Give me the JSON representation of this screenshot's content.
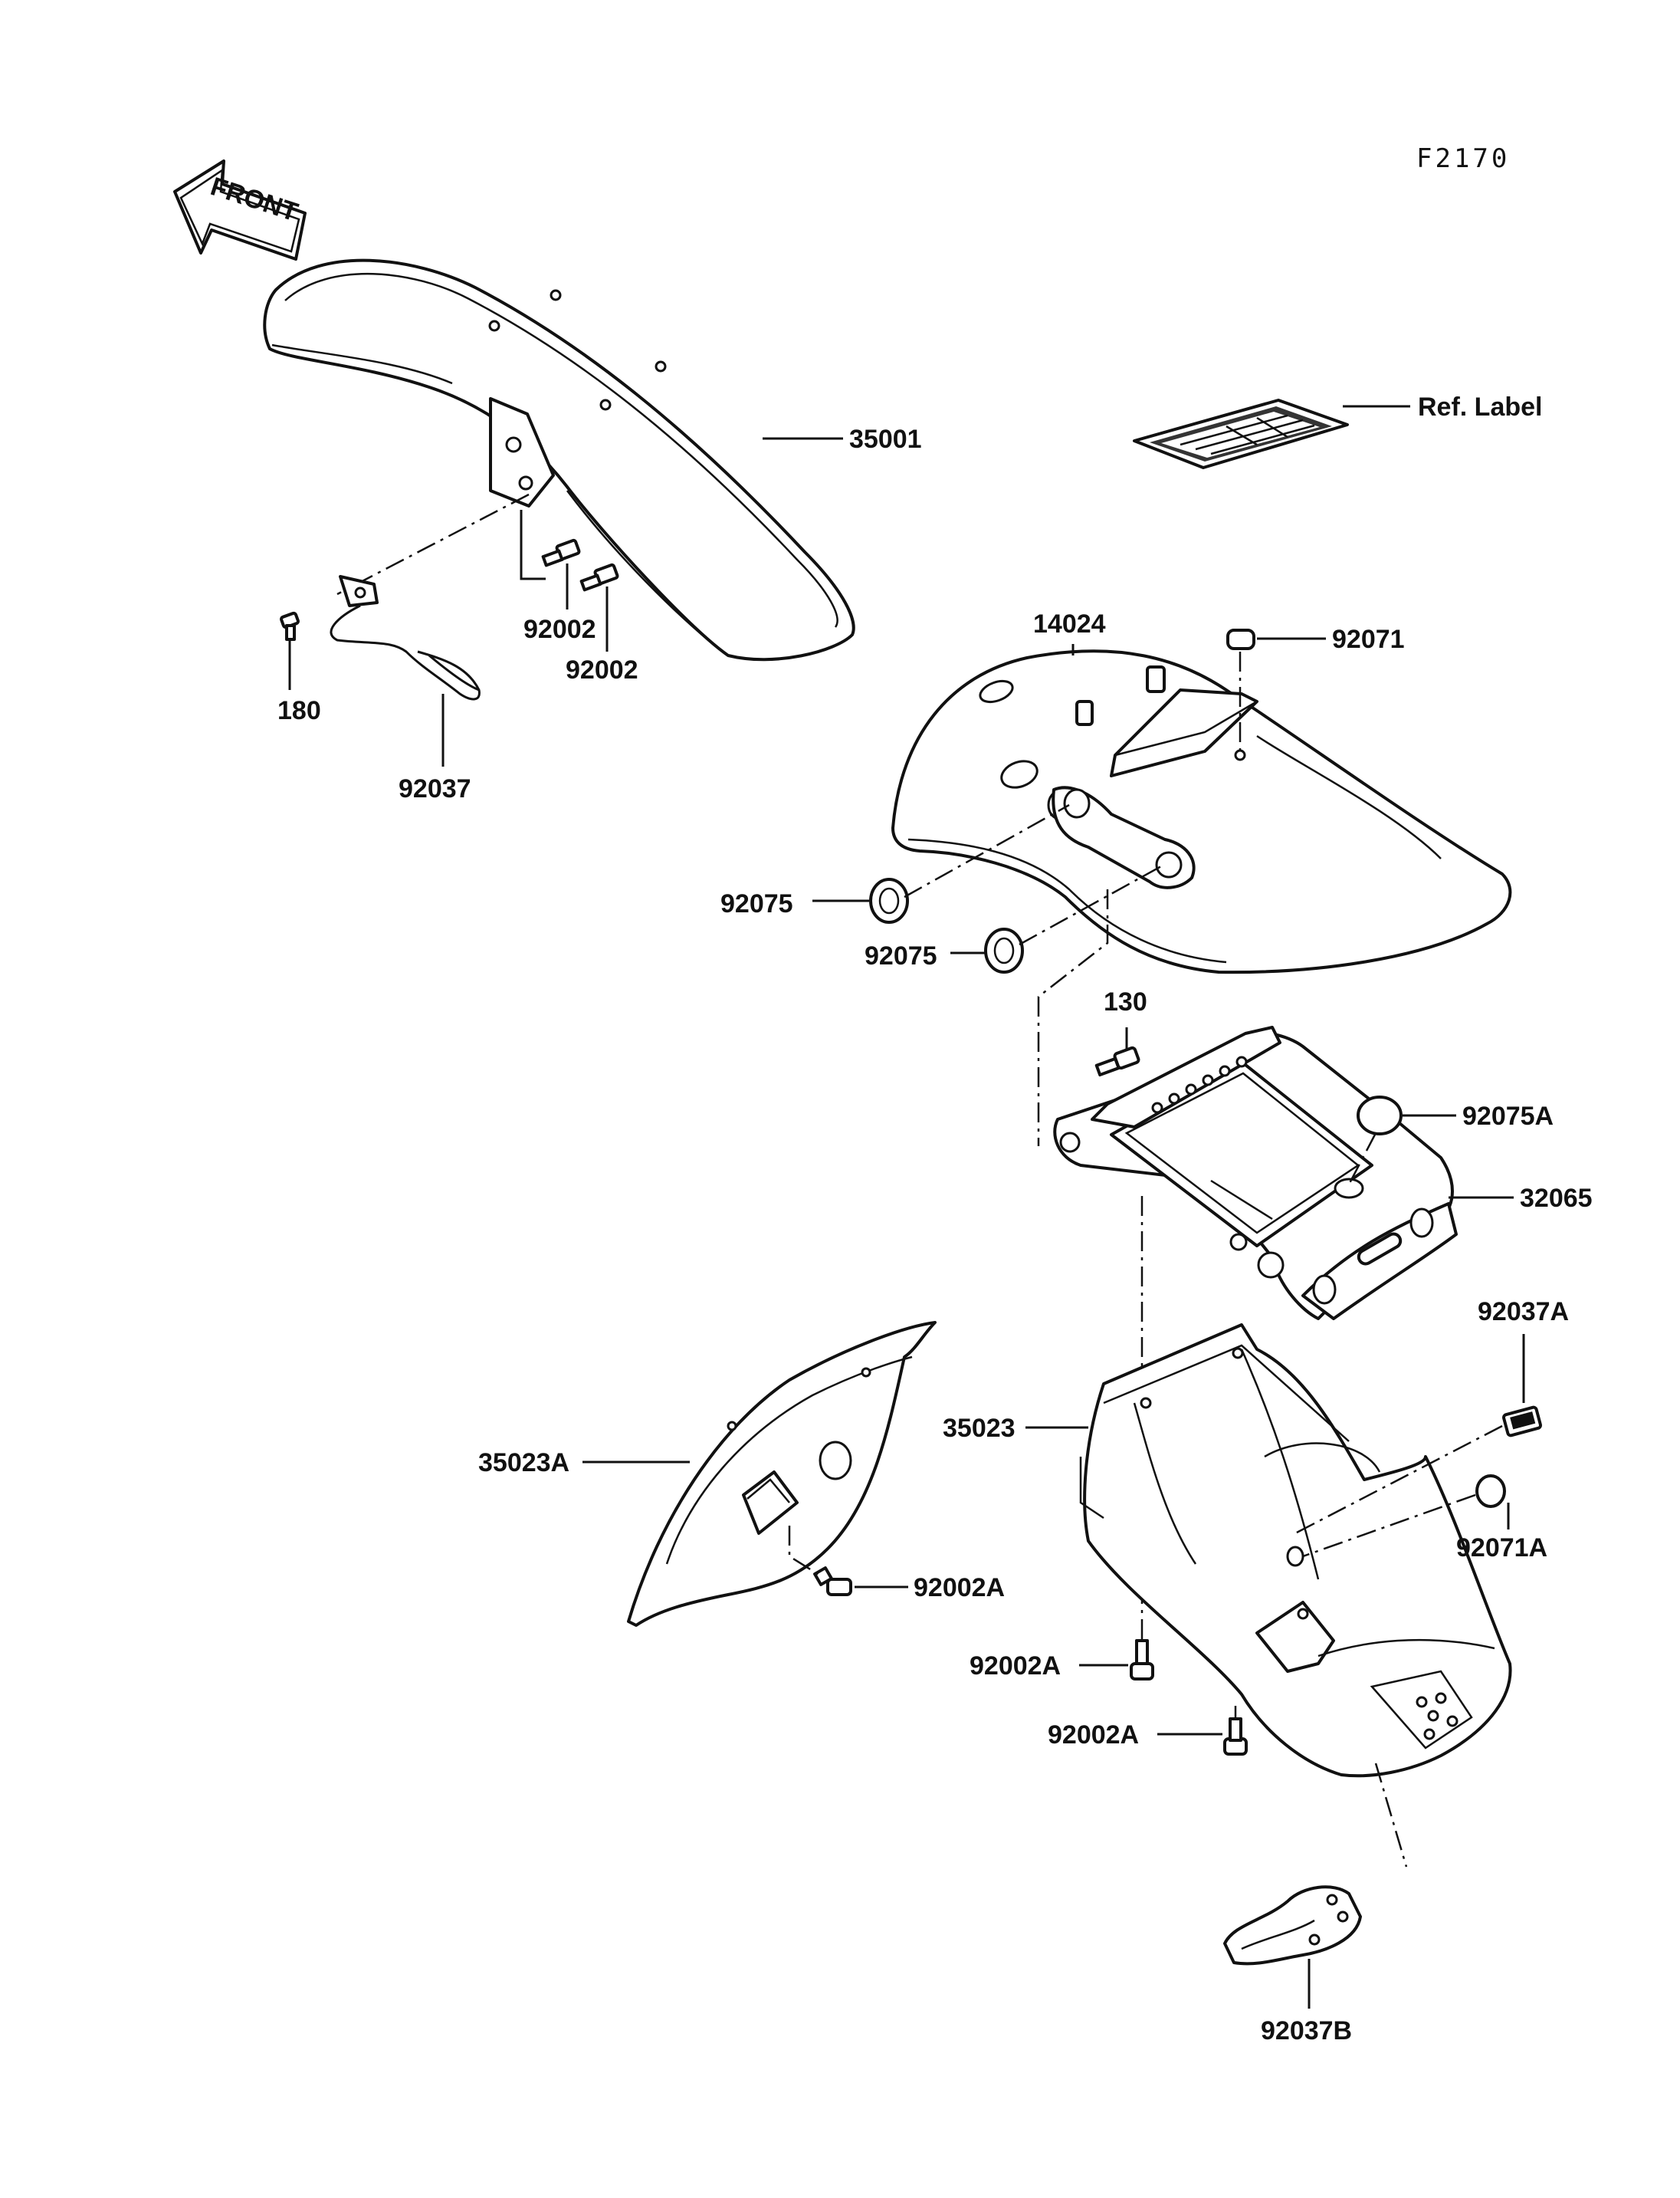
{
  "diagram_code": "F2170",
  "front_arrow_text": "FRONT",
  "ref_label": "Ref. Label",
  "parts": {
    "p35001": "35001",
    "p92002_a": "92002",
    "p92002_b": "92002",
    "p180": "180",
    "p92037": "92037",
    "p14024": "14024",
    "p92071": "92071",
    "p92075_a": "92075",
    "p92075_b": "92075",
    "p130": "130",
    "p92075A": "92075A",
    "p32065": "32065",
    "p92037A": "92037A",
    "p35023": "35023",
    "p35023A": "35023A",
    "p92071A": "92071A",
    "p92002A_a": "92002A",
    "p92002A_b": "92002A",
    "p92002A_c": "92002A",
    "p92037B": "92037B"
  }
}
